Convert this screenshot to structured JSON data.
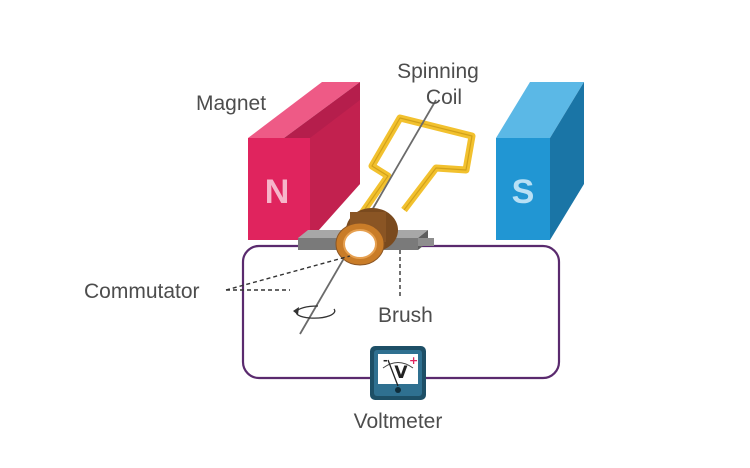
{
  "labels": {
    "magnet": "Magnet",
    "coil_line1": "Spinning",
    "coil_line2": "Coil",
    "commutator": "Commutator",
    "brush": "Brush",
    "voltmeter": "Voltmeter"
  },
  "poles": {
    "north": "N",
    "south": "S"
  },
  "meter": {
    "symbol": "V",
    "minus": "-",
    "plus": "+"
  },
  "colors": {
    "north_front": "#e0245e",
    "north_side": "#b51e4c",
    "north_top": "#ee5a86",
    "south_front": "#2196d3",
    "south_side": "#1a75a6",
    "south_top": "#5bb8e6",
    "coil": "#f2c12e",
    "circuit_wire": "#5a2a6e",
    "commutator": "#a0612a",
    "brush": "#7a7a7a",
    "label_text": "#4d4d4d"
  }
}
